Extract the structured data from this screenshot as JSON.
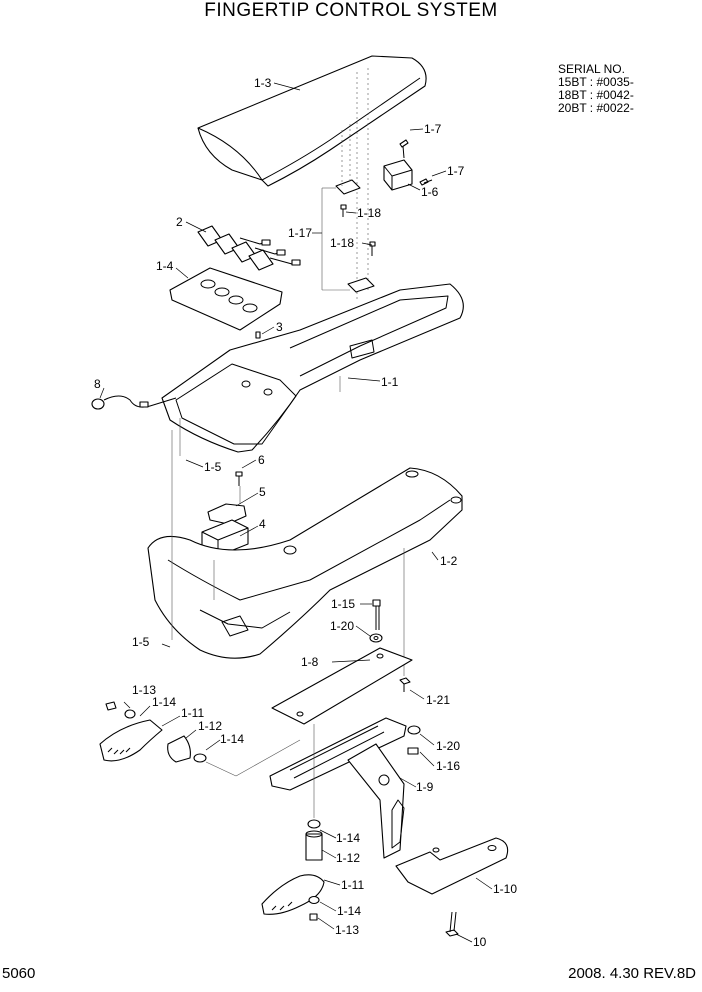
{
  "title": "FINGERTIP CONTROL SYSTEM",
  "serial": {
    "heading": "SERIAL NO.",
    "lines": [
      "15BT : #0035-",
      "18BT : #0042-",
      "20BT : #0022-"
    ]
  },
  "footer": {
    "page_code": "5060",
    "revision": "2008. 4.30  REV.8D"
  },
  "callouts": {
    "c1_3": "1-3",
    "c1_7a": "1-7",
    "c1_7b": "1-7",
    "c1_6": "1-6",
    "c1_18a": "1-18",
    "c1_17": "1-17",
    "c1_18b": "1-18",
    "c2": "2",
    "c1_4": "1-4",
    "c3": "3",
    "c1_1": "1-1",
    "c8": "8",
    "c1_5a": "1-5",
    "c6": "6",
    "c5": "5",
    "c4": "4",
    "c1_2": "1-2",
    "c1_15": "1-15",
    "c1_20a": "1-20",
    "c1_5b": "1-5",
    "c1_8": "1-8",
    "c1_21": "1-21",
    "c1_13a": "1-13",
    "c1_14a": "1-14",
    "c1_11a": "1-11",
    "c1_12a": "1-12",
    "c1_14b": "1-14",
    "c1_20b": "1-20",
    "c1_16": "1-16",
    "c1_9": "1-9",
    "c1_14c": "1-14",
    "c1_12b": "1-12",
    "c1_11b": "1-11",
    "c1_14d": "1-14",
    "c1_13b": "1-13",
    "c1_10": "1-10",
    "c10": "10"
  }
}
